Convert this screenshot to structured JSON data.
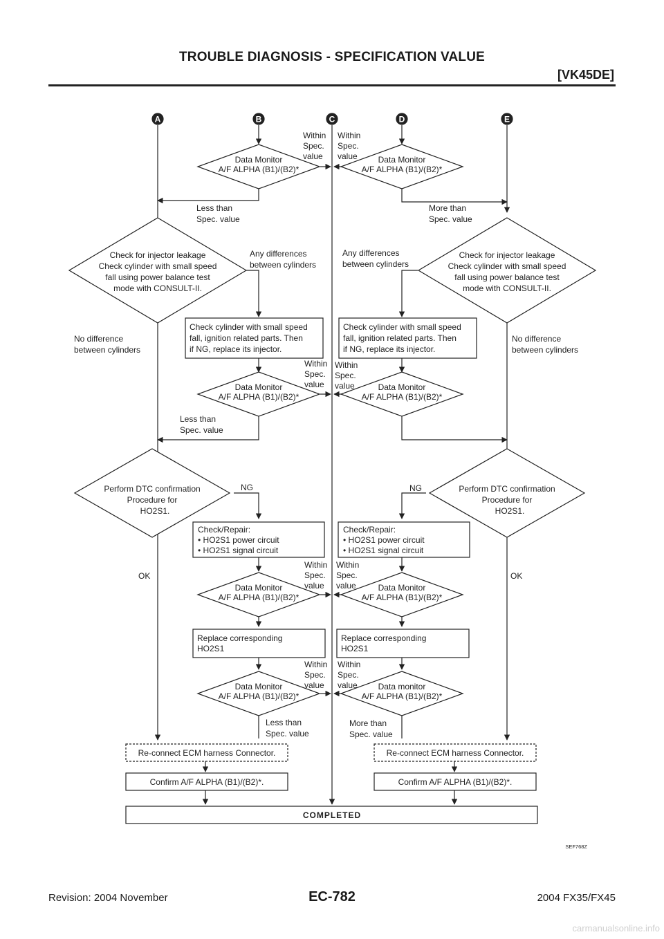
{
  "header": {
    "title": "TROUBLE DIAGNOSIS - SPECIFICATION VALUE",
    "engine_code": "[VK45DE]"
  },
  "footer": {
    "page_number": "EC-782",
    "revision": "Revision: 2004 November",
    "model": "2004 FX35/FX45",
    "watermark": "carmanualsonline.info"
  },
  "connectors": [
    "A",
    "B",
    "C",
    "D",
    "E"
  ],
  "text": {
    "data_monitor": "Data Monitor",
    "data_monitor_lower": "Data monitor",
    "af_alpha": "A/F ALPHA (B1)/(B2)*",
    "within": "Within",
    "spec": "Spec.",
    "value": "value",
    "less_than": "Less than",
    "more_than": "More than",
    "spec_value": "Spec. value",
    "check_leak_1": "Check for injector leakage",
    "check_leak_2": "Check cylinder with small speed",
    "check_leak_3": "fall using power balance test",
    "check_leak_4": "mode with CONSULT-II.",
    "any_diff_1": "Any differences",
    "any_diff_2": "between cylinders",
    "no_diff_1": "No difference",
    "no_diff_2": "between cylinders",
    "check_cyl_1": "Check cylinder with small speed",
    "check_cyl_2": "fall, ignition related parts. Then",
    "check_cyl_3": "if NG, replace its injector.",
    "dtc_1": "Perform DTC confirmation",
    "dtc_2": "Procedure for",
    "dtc_3": "HO2S1.",
    "ng": "NG",
    "ok": "OK",
    "repair_1": "Check/Repair:",
    "repair_2": "• HO2S1 power circuit",
    "repair_3": "• HO2S1 signal circuit",
    "replace_1": "Replace corresponding",
    "replace_2": "HO2S1",
    "reconnect": "Re-connect ECM harness Connector.",
    "confirm": "Confirm A/F ALPHA (B1)/(B2)*.",
    "completed": "COMPLETED",
    "figure_ref": "SEF768Z"
  }
}
